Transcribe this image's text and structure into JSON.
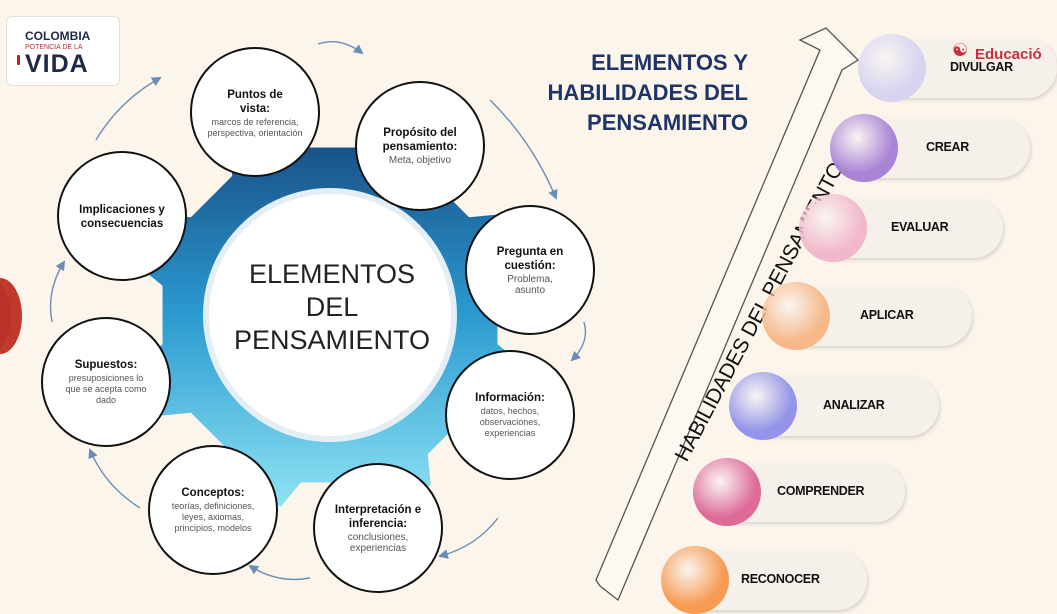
{
  "logo": {
    "line1": "COLOMBIA",
    "line2": "POTENCIA DE LA",
    "line3": "VIDA"
  },
  "education_logo": "Educació",
  "title": {
    "line1": "ELEMENTOS Y",
    "line2": "HABILIDADES DEL",
    "line3": "PENSAMIENTO"
  },
  "center": {
    "line1": "ELEMENTOS",
    "line2": "DEL",
    "line3": "PENSAMIENTO"
  },
  "elements": [
    {
      "title": "Puntos de vista:",
      "desc": "marcos de referencia, perspectiva, orientación"
    },
    {
      "title": "Propósito del pensamiento:",
      "desc": "Meta, objetivo"
    },
    {
      "title": "Pregunta en cuestión:",
      "desc": "Problema, asunto"
    },
    {
      "title": "Información:",
      "desc": "datos, hechos, observaciones, experiencias"
    },
    {
      "title": "Interpretación e inferencia:",
      "desc": "conclusiones, experiencias"
    },
    {
      "title": "Conceptos:",
      "desc": "teorías, definiciones, leyes, axiomas, principios, modelos"
    },
    {
      "title": "Supuestos:",
      "desc": "presuposiciones lo que se acepta como dado"
    },
    {
      "title": "Implicaciones y consecuencias",
      "desc": ""
    }
  ],
  "arrow_label": "HABILIDADES DEL PENSAMIENTO",
  "skills": [
    {
      "label": "DIVULGAR",
      "color": "#d7d3f0"
    },
    {
      "label": "CREAR",
      "color": "#a883d6"
    },
    {
      "label": "EVALUAR",
      "color": "#f1b8cb"
    },
    {
      "label": "APLICAR",
      "color": "#f6b888"
    },
    {
      "label": "ANALIZAR",
      "color": "#9394ea"
    },
    {
      "label": "COMPRENDER",
      "color": "#de6a9a"
    },
    {
      "label": "RECONOCER",
      "color": "#f79a52"
    }
  ]
}
